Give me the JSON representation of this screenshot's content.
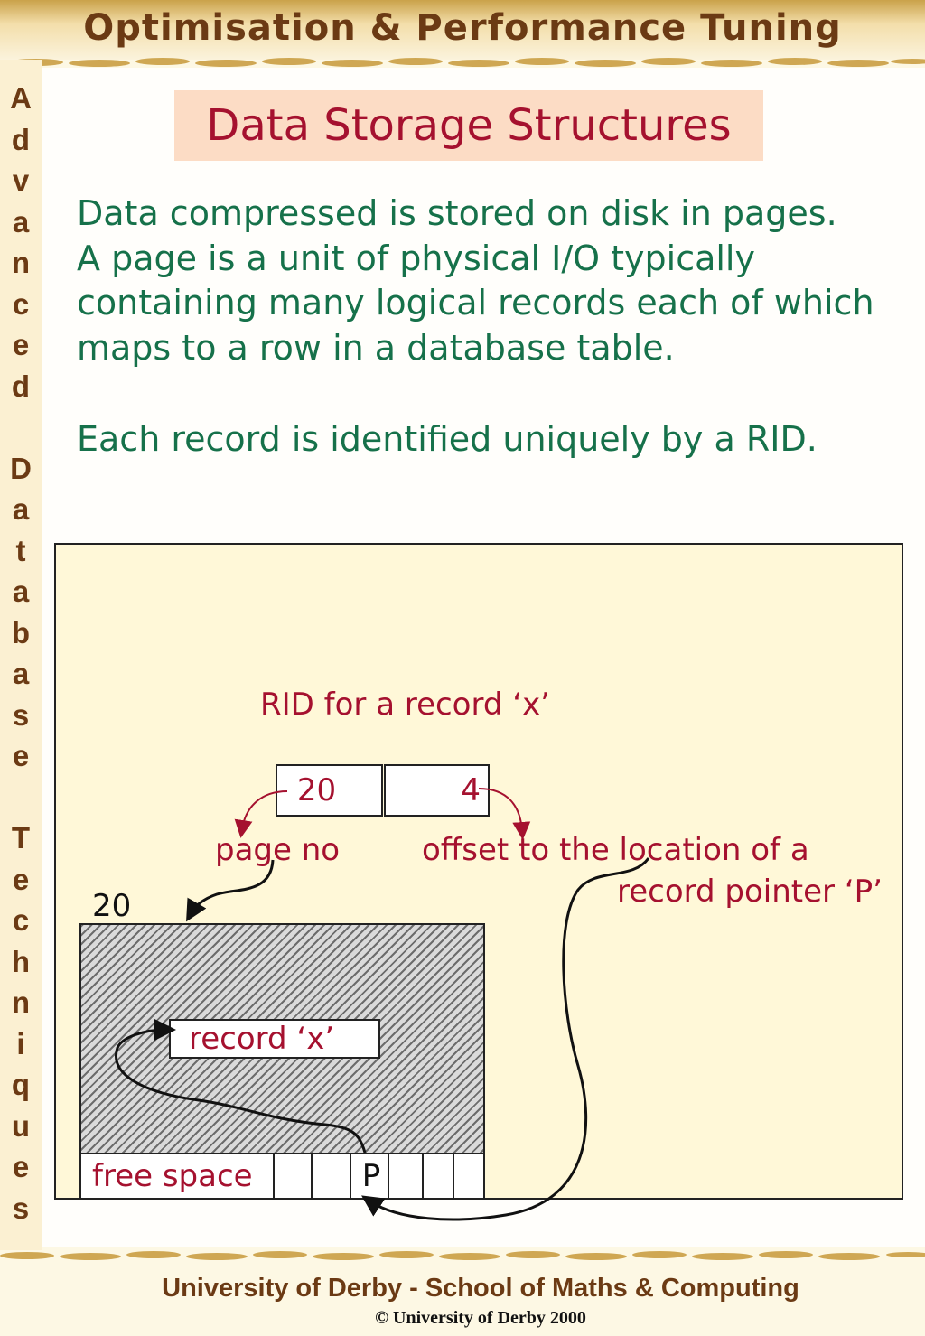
{
  "header": {
    "title": "Optimisation & Performance Tuning"
  },
  "sidebar": {
    "letters": [
      "A",
      "d",
      "v",
      "a",
      "n",
      "c",
      "e",
      "d",
      "",
      "D",
      "a",
      "t",
      "a",
      "b",
      "a",
      "s",
      "e",
      "",
      "T",
      "e",
      "c",
      "h",
      "n",
      "i",
      "q",
      "u",
      "e",
      "s"
    ]
  },
  "slide": {
    "title": "Data Storage Structures",
    "paragraph_lines": [
      "Data compressed is stored on disk in pages.",
      "A page is a unit of physical I/O typically",
      "containing many logical records each of which",
      "maps to a row in a database table."
    ],
    "rid_sentence": "Each record is identified uniquely by a RID."
  },
  "diagram": {
    "rid_caption": "RID for a record ‘x’",
    "rid_page_value": "20",
    "rid_offset_value": "4",
    "page_no_label": "page no",
    "offset_label_line1": "offset to the location of a",
    "offset_label_line2": "record pointer ‘P’",
    "page_number": "20",
    "record_label": "record ‘x’",
    "free_space_label": "free space",
    "pointer_label": "P"
  },
  "colors": {
    "title_red": "#a5112f",
    "body_green": "#16714a",
    "brown": "#6b3a14",
    "title_bg": "#fcdcc5",
    "diagram_bg": "#fff8d8"
  },
  "footer": {
    "line1": "University of Derby  - School of Maths & Computing",
    "line2": "© University of Derby 2000"
  }
}
